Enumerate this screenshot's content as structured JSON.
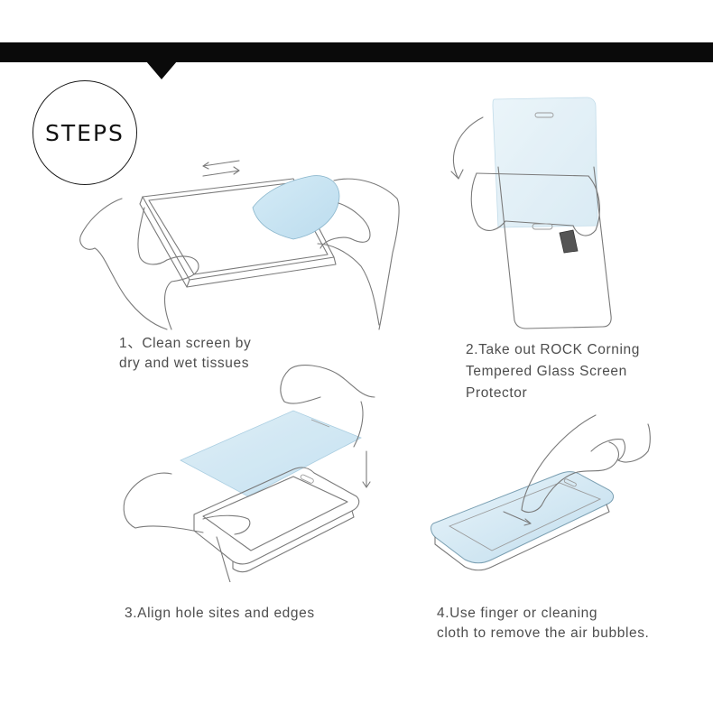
{
  "badge": {
    "label": "STEPS"
  },
  "steps": [
    {
      "caption": "1、Clean screen by\ndry and wet tissues"
    },
    {
      "caption": "2.Take out ROCK Corning\nTempered Glass Screen\nProtector"
    },
    {
      "caption": "3.Align hole sites and edges"
    },
    {
      "caption": "4.Use finger or cleaning\ncloth to remove the air bubbles."
    }
  ],
  "colors": {
    "bar": "#0a0a0a",
    "glass_tint": "#cfe6f3",
    "line": "#7a7a7a"
  }
}
